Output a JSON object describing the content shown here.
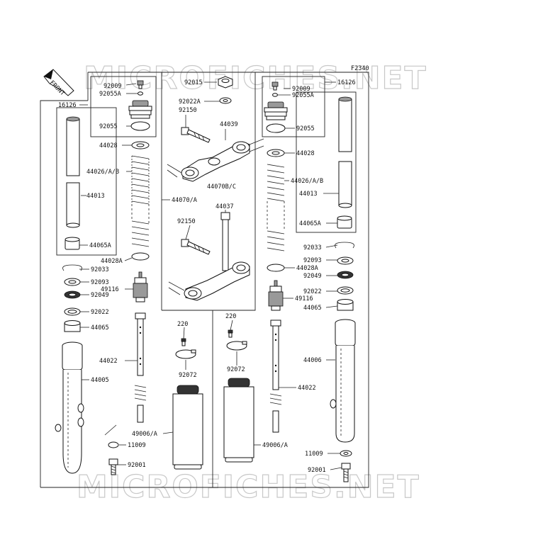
{
  "watermark": "MICROFICHES.NET",
  "figure_code": "F2340",
  "front_badge": "FRONT",
  "parts": [
    "92009",
    "92055A",
    "16126",
    "92055",
    "44028",
    "44026/A/B",
    "44013",
    "44065A",
    "44028A",
    "92033",
    "92093",
    "92049",
    "49116",
    "92022",
    "44065",
    "44022",
    "44005",
    "11009",
    "92001",
    "44070/A",
    "92015",
    "92022A",
    "92150",
    "44039",
    "44070B/C",
    "44037",
    "220",
    "92072",
    "49006/A",
    "44006"
  ]
}
